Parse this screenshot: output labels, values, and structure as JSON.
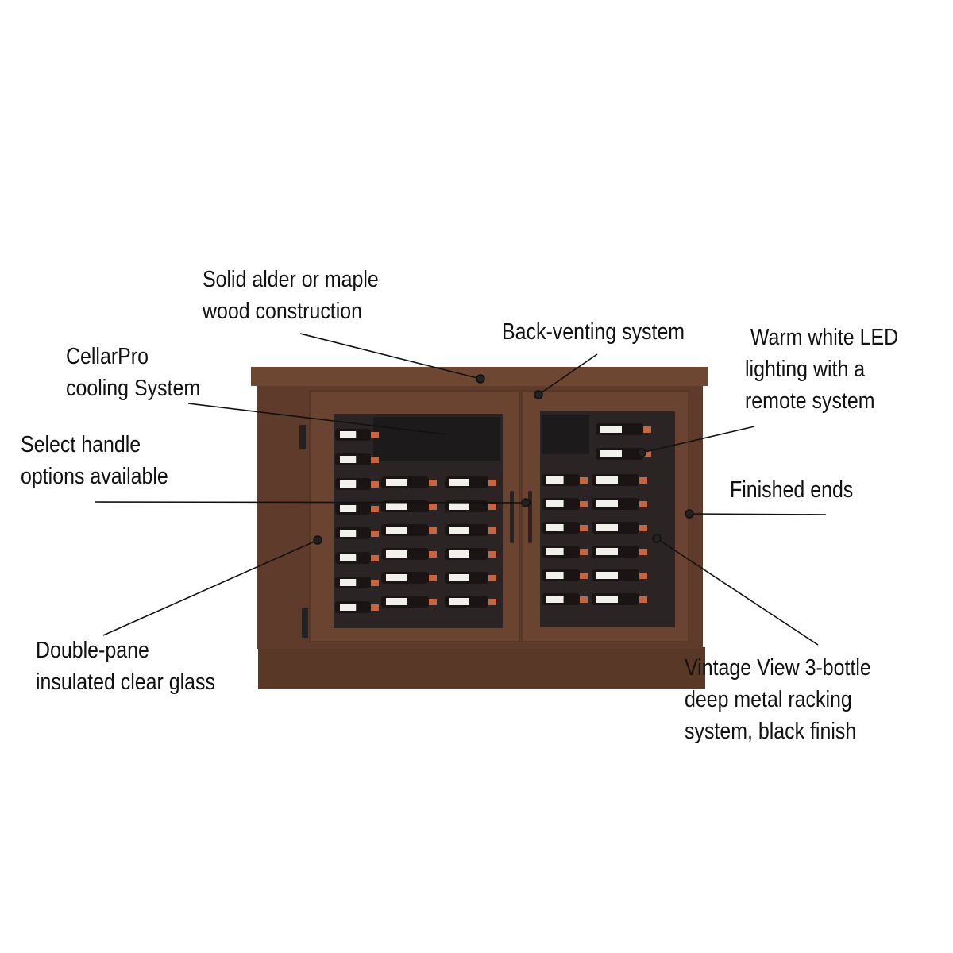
{
  "callouts": {
    "construction": [
      "Solid alder or maple",
      "wood construction"
    ],
    "venting": [
      "Back-venting system"
    ],
    "lighting": [
      " Warm white LED",
      "lighting with a",
      "remote system"
    ],
    "cooling": [
      "CellarPro",
      "cooling System"
    ],
    "handle": [
      "Select handle",
      "options available"
    ],
    "ends": [
      "Finished ends"
    ],
    "glass": [
      "Double-pane",
      "insulated clear glass"
    ],
    "racking": [
      "Vintage View 3-bottle",
      "deep metal racking",
      "system, black finish"
    ]
  },
  "colors": {
    "wood": "#5e3b2a",
    "wood_light": "#6e4733",
    "interior": "#2a2524",
    "cork": "#c8643e",
    "label": "#f2f0ea",
    "line": "#111111"
  }
}
